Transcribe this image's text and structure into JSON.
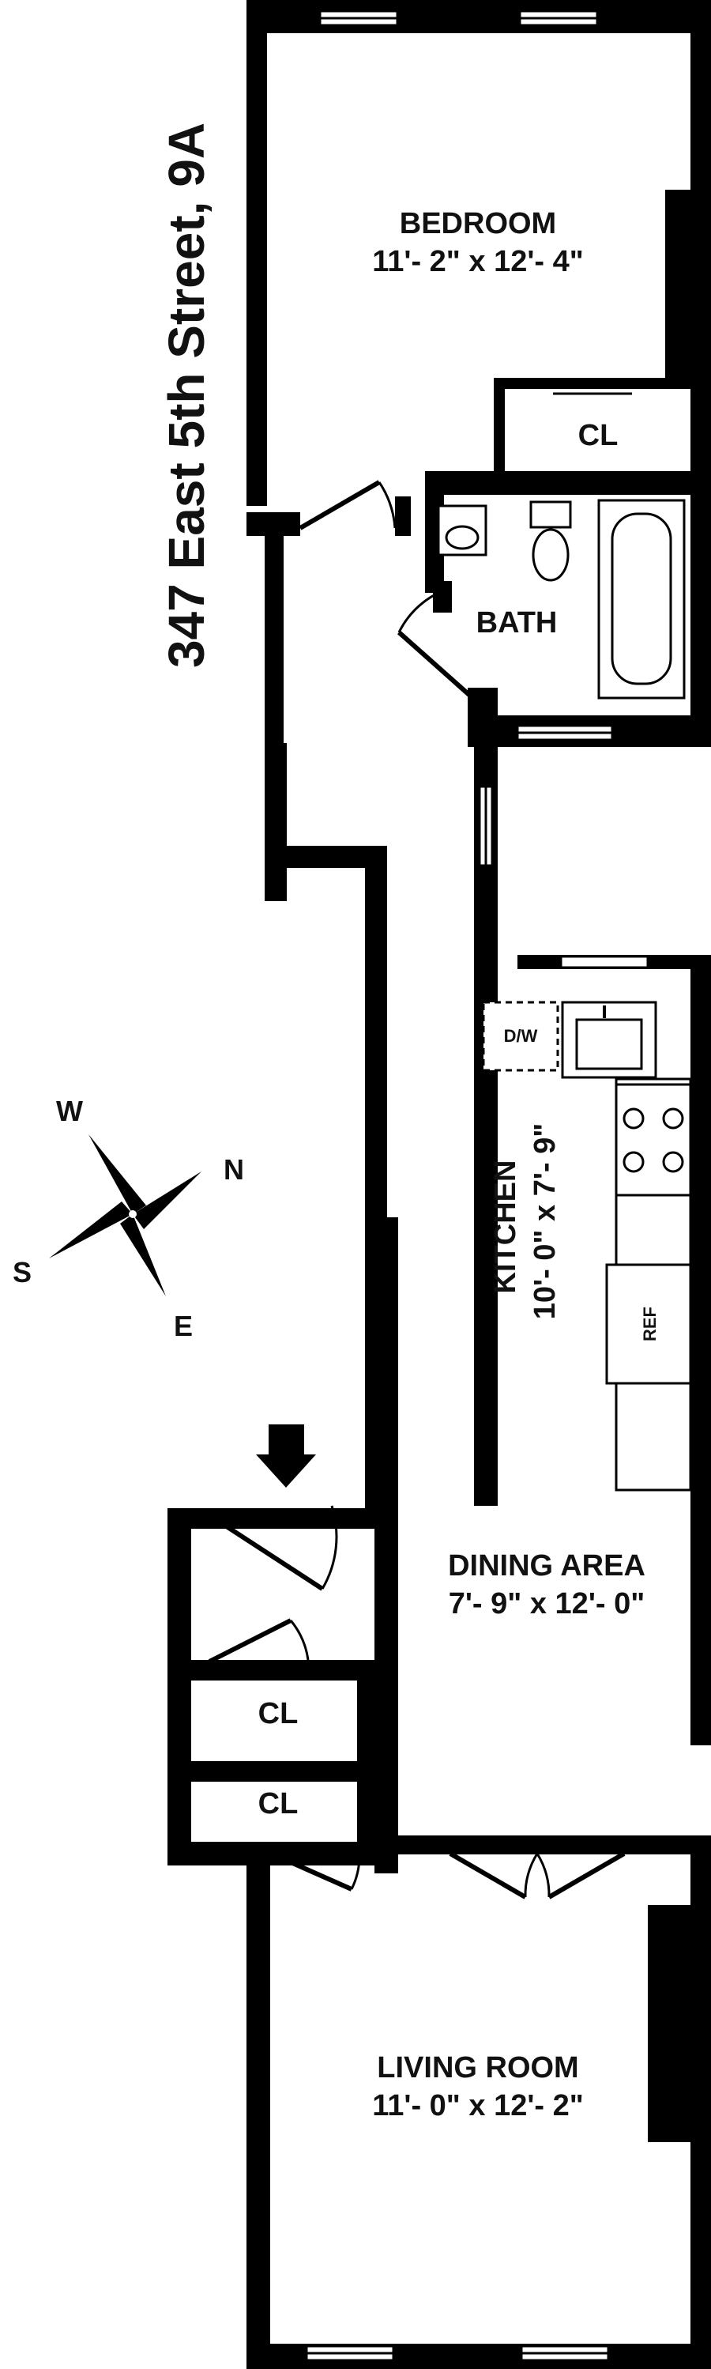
{
  "address": "347 East 5th Street, 9A",
  "rooms": {
    "bedroom": {
      "name": "BEDROOM",
      "dimensions": "11'- 2\" x 12'- 4\""
    },
    "bath": {
      "name": "BATH"
    },
    "kitchen": {
      "name": "KITCHEN",
      "dimensions": "10'- 0\" x 7'- 9\""
    },
    "dining": {
      "name": "DINING AREA",
      "dimensions": "7'- 9\" x 12'- 0\""
    },
    "living": {
      "name": "LIVING ROOM",
      "dimensions": "11'- 0\" x 12'- 2\""
    },
    "closet_bedroom": {
      "name": "CL"
    },
    "closet_upper": {
      "name": "CL"
    },
    "closet_lower": {
      "name": "CL"
    }
  },
  "appliances": {
    "dishwasher": "D/W",
    "refrigerator": "REF"
  },
  "compass": {
    "north": "N",
    "south": "S",
    "east": "E",
    "west": "W"
  }
}
